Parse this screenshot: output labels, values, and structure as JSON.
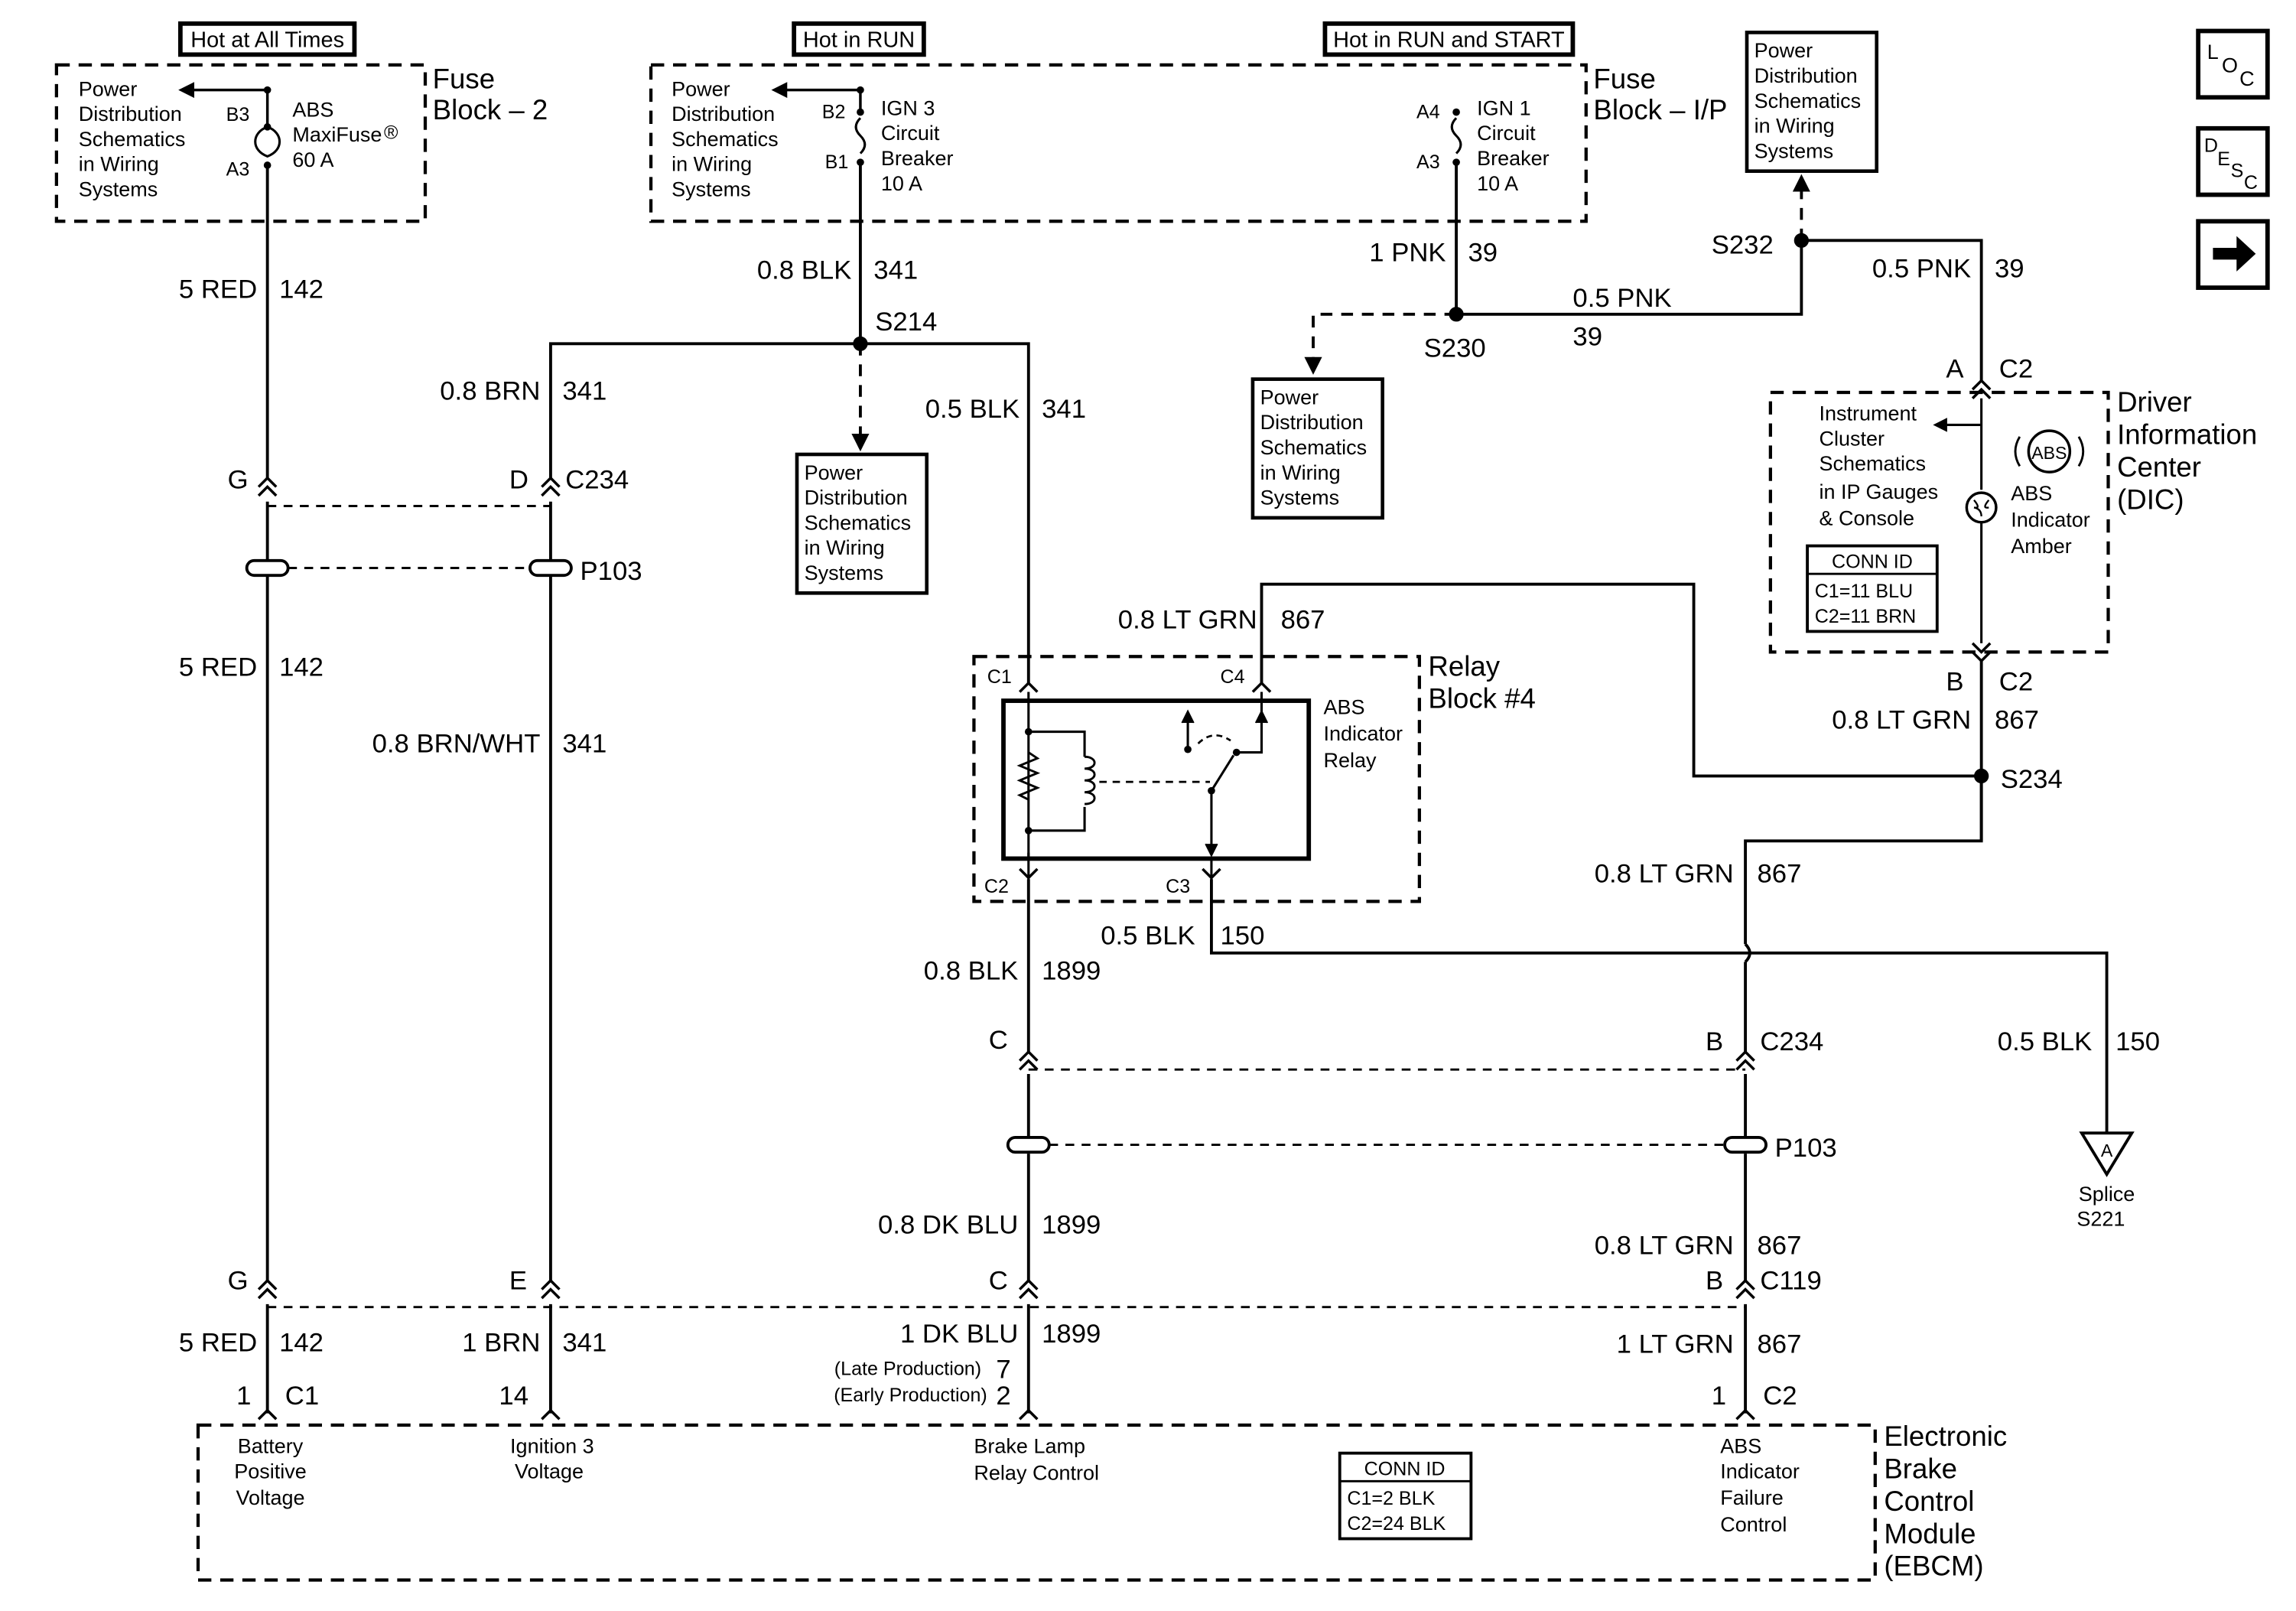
{
  "supply_labels": {
    "hot_at_all_times": "Hot at All Times",
    "hot_in_run": "Hot in RUN",
    "hot_in_run_and_start": "Hot in RUN and START"
  },
  "fuse_block_2": {
    "name_line1": "Fuse",
    "name_line2": "Block – 2",
    "pds": [
      "Power",
      "Distribution",
      "Schematics",
      "in Wiring",
      "Systems"
    ],
    "pin_top": "B3",
    "pin_bottom": "A3",
    "fuse_line1": "ABS",
    "fuse_line2": "MaxiFuse",
    "fuse_reg": "®",
    "fuse_line3": "60 A"
  },
  "fuse_block_ip": {
    "name_line1": "Fuse",
    "name_line2": "Block – I/P",
    "pds": [
      "Power",
      "Distribution",
      "Schematics",
      "in Wiring",
      "Systems"
    ],
    "ign3": {
      "pin_top": "B2",
      "pin_bottom": "B1",
      "lines": [
        "IGN 3",
        "Circuit",
        "Breaker",
        "10 A"
      ]
    },
    "ign1": {
      "pin_top": "A4",
      "pin_bottom": "A3",
      "lines": [
        "IGN 1",
        "Circuit",
        "Breaker",
        "10 A"
      ]
    }
  },
  "pds_boxes": {
    "top_right": [
      "Power",
      "Distribution",
      "Schematics",
      "in Wiring",
      "Systems"
    ],
    "s230_box": [
      "Power",
      "Distribution",
      "Schematics",
      "in Wiring",
      "Systems"
    ],
    "s214_box": [
      "Power",
      "Distribution",
      "Schematics",
      "in Wiring",
      "Systems"
    ]
  },
  "nav_icons": {
    "loc": [
      "L",
      "O",
      "C"
    ],
    "desc": [
      "D",
      "E",
      "S",
      "C"
    ],
    "next": "→"
  },
  "wires": {
    "red_142_a": {
      "size": "5 RED",
      "num": "142"
    },
    "red_142_b": {
      "size": "5 RED",
      "num": "142"
    },
    "red_142_c": {
      "size": "5 RED",
      "num": "142"
    },
    "blk_341": {
      "size": "0.8 BLK",
      "num": "341"
    },
    "brn_341": {
      "size": "0.8 BRN",
      "num": "341"
    },
    "blk05_341": {
      "size": "0.5 BLK",
      "num": "341"
    },
    "brnwht_341": {
      "size": "0.8 BRN/WHT",
      "num": "341"
    },
    "brn1_341": {
      "size": "1 BRN",
      "num": "341"
    },
    "pnk1_39": {
      "size": "1 PNK",
      "num": "39"
    },
    "pnk05_39_mid": {
      "size": "0.5 PNK",
      "num": "39"
    },
    "pnk05_39_right": {
      "size": "0.5 PNK",
      "num": "39"
    },
    "ltgrn_867_top": {
      "size": "0.8 LT GRN",
      "num": "867"
    },
    "ltgrn_867_dic": {
      "size": "0.8 LT GRN",
      "num": "867"
    },
    "ltgrn_867_s234": {
      "size": "0.8 LT GRN",
      "num": "867"
    },
    "ltgrn_867_c119": {
      "size": "0.8 LT GRN",
      "num": "867"
    },
    "ltgrn1_867": {
      "size": "1 LT GRN",
      "num": "867"
    },
    "blk05_150_relay": {
      "size": "0.5 BLK",
      "num": "150"
    },
    "blk05_150_right": {
      "size": "0.5 BLK",
      "num": "150"
    },
    "blk_1899": {
      "size": "0.8 BLK",
      "num": "1899"
    },
    "dkblu_1899": {
      "size": "0.8 DK BLU",
      "num": "1899"
    },
    "dkblu1_1899": {
      "size": "1 DK BLU",
      "num": "1899"
    }
  },
  "splices": {
    "s214": "S214",
    "s230": "S230",
    "s232": "S232",
    "s234": "S234",
    "s221_symbol": "A",
    "s221_line1": "Splice",
    "s221_line2": "S221"
  },
  "connectors": {
    "c234": "C234",
    "p103": "P103",
    "c119": "C119",
    "c2": "C2",
    "c1": "C1",
    "pin_g": "G",
    "pin_d": "D",
    "pin_e": "E",
    "pin_c": "C",
    "pin_b": "B",
    "pin_a": "A",
    "pin_1": "1",
    "pin_14": "14",
    "pin_7": "7",
    "pin_2": "2",
    "late_production": "(Late Production)",
    "early_production": "(Early Production)"
  },
  "relay_block": {
    "name_line1": "Relay",
    "name_line2": "Block #4",
    "relay_lines": [
      "ABS",
      "Indicator",
      "Relay"
    ],
    "c1": "C1",
    "c2": "C2",
    "c3": "C3",
    "c4": "C4"
  },
  "dic": {
    "name_lines": [
      "Driver",
      "Information",
      "Center",
      "(DIC)"
    ],
    "cluster_lines": [
      "Instrument",
      "Cluster",
      "Schematics",
      "in IP Gauges",
      "& Console"
    ],
    "abs_badge": "ABS",
    "lamp_lines": [
      "ABS",
      "Indicator",
      "Amber"
    ],
    "conn_id_title": "CONN ID",
    "conn_id_lines": [
      "C1=11 BLU",
      "C2=11 BRN"
    ]
  },
  "ebcm": {
    "name_lines": [
      "Electronic",
      "Brake",
      "Control",
      "Module",
      "(EBCM)"
    ],
    "battery": [
      "Battery",
      "Positive",
      "Voltage"
    ],
    "ignition": [
      "Ignition 3",
      "Voltage"
    ],
    "brake_lamp": [
      "Brake Lamp",
      "Relay Control"
    ],
    "abs_failure": [
      "ABS",
      "Indicator",
      "Failure",
      "Control"
    ],
    "conn_id_title": "CONN ID",
    "conn_id_lines": [
      "C1=2 BLK",
      "C2=24 BLK"
    ]
  }
}
